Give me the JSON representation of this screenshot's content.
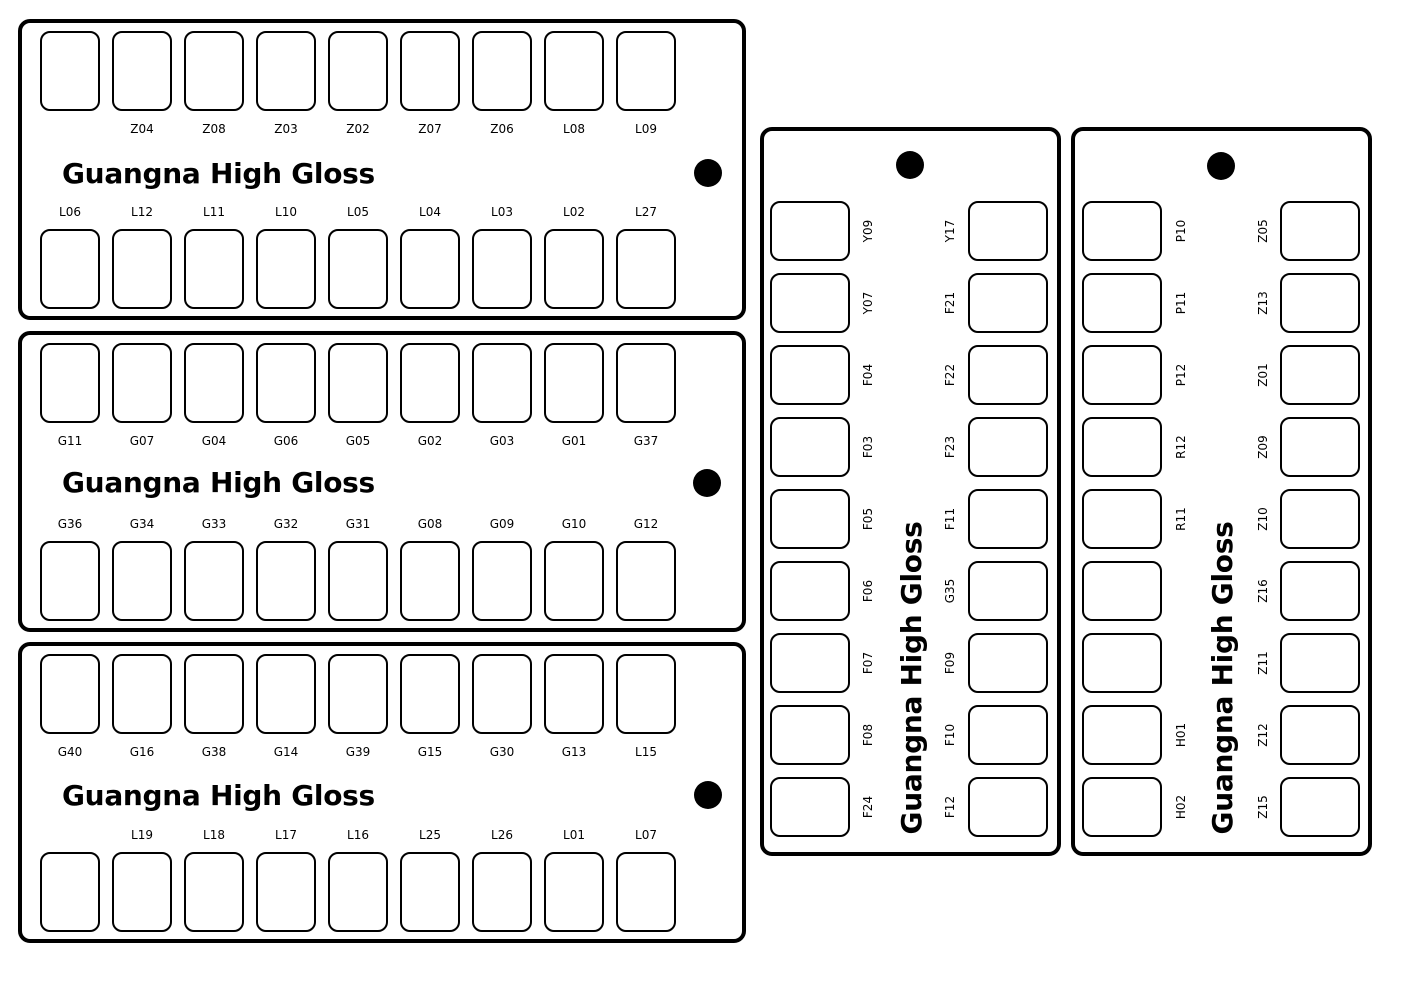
{
  "brand": "Guangna High Gloss",
  "horizontal_cards": [
    {
      "top_labels": [
        "",
        "Z04",
        "Z08",
        "Z03",
        "Z02",
        "Z07",
        "Z06",
        "L08",
        "L09"
      ],
      "bottom_labels": [
        "L06",
        "L12",
        "L11",
        "L10",
        "L05",
        "L04",
        "L03",
        "L02",
        "L27"
      ]
    },
    {
      "top_labels": [
        "G11",
        "G07",
        "G04",
        "G06",
        "G05",
        "G02",
        "G03",
        "G01",
        "G37"
      ],
      "bottom_labels": [
        "G36",
        "G34",
        "G33",
        "G32",
        "G31",
        "G08",
        "G09",
        "G10",
        "G12"
      ]
    },
    {
      "top_labels": [
        "G40",
        "G16",
        "G38",
        "G14",
        "G39",
        "G15",
        "G30",
        "G13",
        "L15"
      ],
      "bottom_labels": [
        "",
        "L19",
        "L18",
        "L17",
        "L16",
        "L25",
        "L26",
        "L01",
        "L07"
      ]
    }
  ],
  "vertical_cards": [
    {
      "left_labels": [
        "Y09",
        "Y07",
        "F04",
        "F03",
        "F05",
        "F06",
        "F07",
        "F08",
        "F24"
      ],
      "right_labels": [
        "Y17",
        "F21",
        "F22",
        "F23",
        "F11",
        "G35",
        "F09",
        "F10",
        "F12"
      ]
    },
    {
      "left_labels": [
        "P10",
        "P11",
        "P12",
        "R12",
        "R11",
        "",
        "",
        "H01",
        "H02"
      ],
      "right_labels": [
        "Z05",
        "Z13",
        "Z01",
        "Z09",
        "Z10",
        "Z16",
        "Z11",
        "Z12",
        "Z15"
      ]
    }
  ]
}
